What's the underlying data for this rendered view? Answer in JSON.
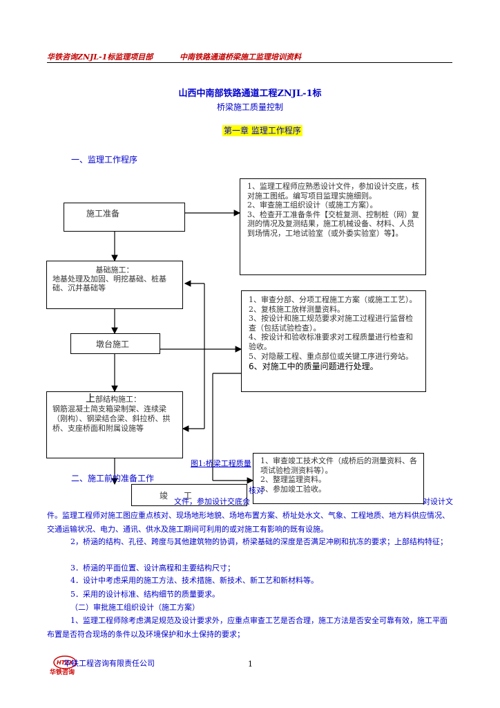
{
  "header": {
    "left": "华铁咨询ZNJL-1标监理项目部",
    "right": "中南铁路通道桥梁施工监理培训资料"
  },
  "title": {
    "main": "山西中南部铁路通道工程ZNJL-1标",
    "sub": "桥梁施工质量控制",
    "chapter": "第一章  监理工作程序"
  },
  "section1": "一、监理工作程序",
  "flow": {
    "prep": "施工准备",
    "foundation_title": "基础施工：",
    "foundation_body": "地基处理及加固、明挖基础、桩基础、沉井基础等",
    "pier": "墩台施工",
    "super_title_big": "上",
    "super_title_rest": "部结构施工：",
    "super_body": "钢筋混凝土简支箱梁制架、连续梁（刚构）、钢梁结合梁、斜拉桥、拱桥、支座桥面和附属设施等",
    "complete": "竣      工"
  },
  "notes": {
    "note1": [
      "1、监理工程师应熟悉设计文件，参加设计交底，核对施工图纸。编写项目监理实施细则。",
      "2、审查施工组织设计（或施工方案）。",
      "3、检查开工准备条件【交桩复测、控制桩（网）复测的情况及复测结果，施工机械设备、材料、人员到场情况，工地试验室（或外委实验室）等】。"
    ],
    "note2": [
      "1、审查分部、分项工程施工方案（或施工工艺）。",
      "2、复核施工放样测量资料。",
      "3、按设计和施工规范要求对施工过程进行监督检查（包括试验检查）。",
      "4、按设计和验收标准要求对工程质量进行检查和验收。",
      "5、对隐蔽工程、重点部位或关键工序进行旁站。"
    ],
    "note2_last": "6、对施工中的质量问题进行处理。",
    "note3": [
      "1、审查竣工技术文件（成桥后的测量资料、各项试验检测资料等）。",
      "2、整理监理资料。",
      "3、参加竣工验收。"
    ]
  },
  "figure_caption": "图1:桥梁工程质量",
  "section2": "二、施工前的准备工作",
  "frag": {
    "a": "核对",
    "b": "文件，参加设计交底会",
    "c": "对设计文"
  },
  "paras": {
    "p1": "件。监理工程师对施工图应重点核对、现场地形地貌、场地布置方案、桥址处水文、气象、工程地质、地方料供应情况、交通运输状况、电力、通讯、供水及施工期间可利用的或对施工有影响的既有设施。",
    "p2": "2，桥涵的结构、孔径、跨度与其他建筑物的协调，桥梁基础的深度是否满足冲刷和抗冻的要求；上部结构特征；",
    "p3": "3．桥涵的平面位置、设计高程和主要结构尺寸；",
    "p4": "4．设计中考虑采用的施工方法、技术措施、新技术、新工艺和新材料等。",
    "p5": "5．采用的设计标准、结构细节的质量要求。",
    "p6": "（二）审批施工组织设计（施工方案）",
    "p7": "1、监理工程师除考虑满足规范及设计要求外，应重点审查工艺是否合理，施工方法是否安全可靠有效，施工平面布置是否符合现场的条件以及环境保护和水土保持的要求；"
  },
  "footer": {
    "company": "华铁工程咨询有限责任公司",
    "logo_text": "华铁咨询",
    "logo_mark": "HTZX",
    "page": "1"
  },
  "colors": {
    "header": "#c00000",
    "title_blue": "#0000cc",
    "chapter_bg": "#ffff00",
    "logo_red": "#cc0000"
  }
}
